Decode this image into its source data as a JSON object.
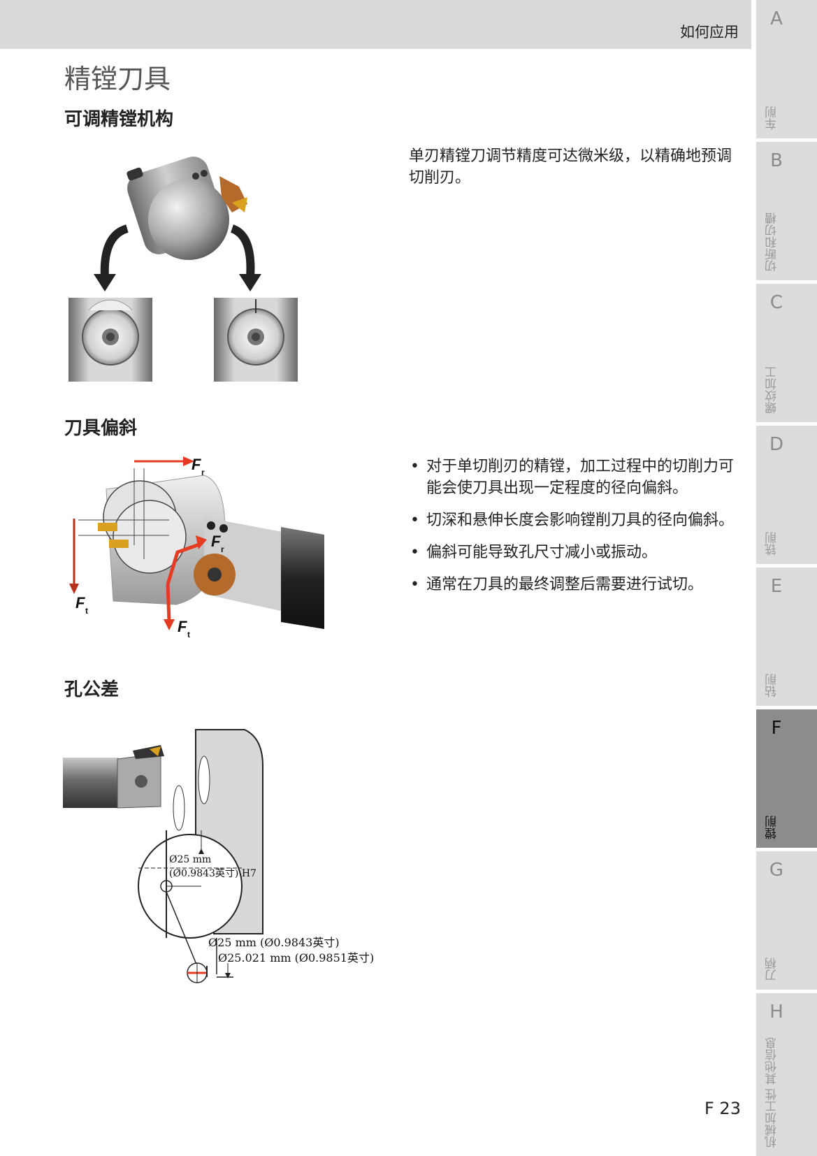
{
  "header": {
    "section_label": "如何应用"
  },
  "page_title": "精镗刀具",
  "sections": {
    "adjustable": {
      "title": "可调精镗机构",
      "text": "单刃精镗刀调节精度可达微米级，以精确地预调切削刃。"
    },
    "deflection": {
      "title": "刀具偏斜",
      "bullets": [
        "对于单切削刃的精镗，加工过程中的切削力可能会使刀具出现一定程度的径向偏斜。",
        "切深和悬伸长度会影响镗削刀具的径向偏斜。",
        "偏斜可能导致孔尺寸减小或振动。",
        "通常在刀具的最终调整后需要进行试切。"
      ],
      "force_labels": {
        "radial": "F",
        "radial_sub": "r",
        "tangential": "F",
        "tangential_sub": "t"
      }
    },
    "tolerance": {
      "title": "孔公差",
      "annotations": {
        "nominal_mm": "Ø25 mm",
        "nominal_inch_h7": "(Ø0.9843英寸) H7",
        "lower": "Ø25 mm (Ø0.9843英寸)",
        "upper": "Ø25.021 mm (Ø0.9851英寸)"
      }
    }
  },
  "sidebar": {
    "tabs": [
      {
        "letter": "A",
        "label": "车削",
        "active": false
      },
      {
        "letter": "B",
        "label": "切断和切槽",
        "active": false
      },
      {
        "letter": "C",
        "label": "螺纹加工",
        "active": false
      },
      {
        "letter": "D",
        "label": "铣削",
        "active": false
      },
      {
        "letter": "E",
        "label": "钻削",
        "active": false
      },
      {
        "letter": "F",
        "label": "镗削",
        "active": true
      },
      {
        "letter": "G",
        "label": "刀柄",
        "active": false
      },
      {
        "letter": "H",
        "label": "机械加工性 其他信息",
        "active": false
      }
    ]
  },
  "page_number": "F 23",
  "colors": {
    "header_bg": "#d9d9d9",
    "tab_bg": "#dcdcdc",
    "tab_active_bg": "#8c8c8c",
    "force_arrow": "#e53b22"
  }
}
